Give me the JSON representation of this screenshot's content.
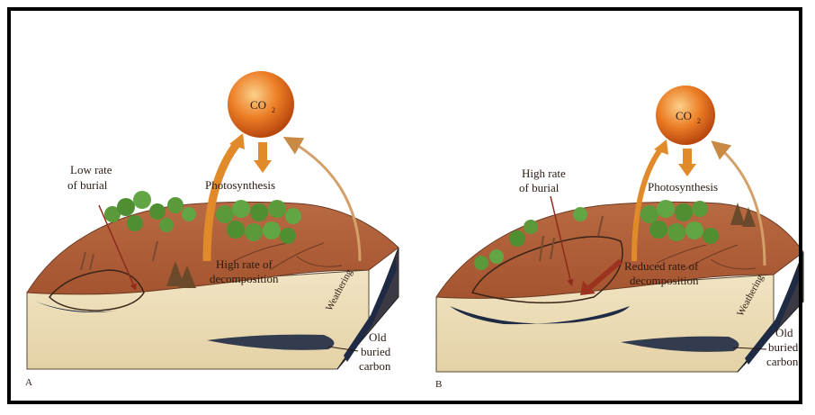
{
  "panels": [
    {
      "id": "A",
      "letter": "A",
      "co2_label": "CO",
      "co2_sub": "2",
      "photosynthesis": "Photosynthesis",
      "burial_line1": "Low rate",
      "burial_line2": "of burial",
      "decomp_line1": "High rate of",
      "decomp_line2": "decomposition",
      "weathering": "Weathering",
      "old_line1": "Old",
      "old_line2": "buried",
      "old_line3": "carbon"
    },
    {
      "id": "B",
      "letter": "B",
      "co2_label": "CO",
      "co2_sub": "2",
      "photosynthesis": "Photosynthesis",
      "burial_line1": "High rate",
      "burial_line2": "of burial",
      "decomp_line1": "Reduced rate of",
      "decomp_line2": "decomposition",
      "weathering": "Weathering",
      "old_line1": "Old",
      "old_line2": "buried",
      "old_line3": "carbon"
    }
  ],
  "colors": {
    "soil_top": "#b4623c",
    "soil_bottom": "#e6d7b0",
    "carbon": "#1f2a44",
    "arrow": "#e08a2a",
    "sun": "#e3701f",
    "tree": "#5a9a3a"
  }
}
